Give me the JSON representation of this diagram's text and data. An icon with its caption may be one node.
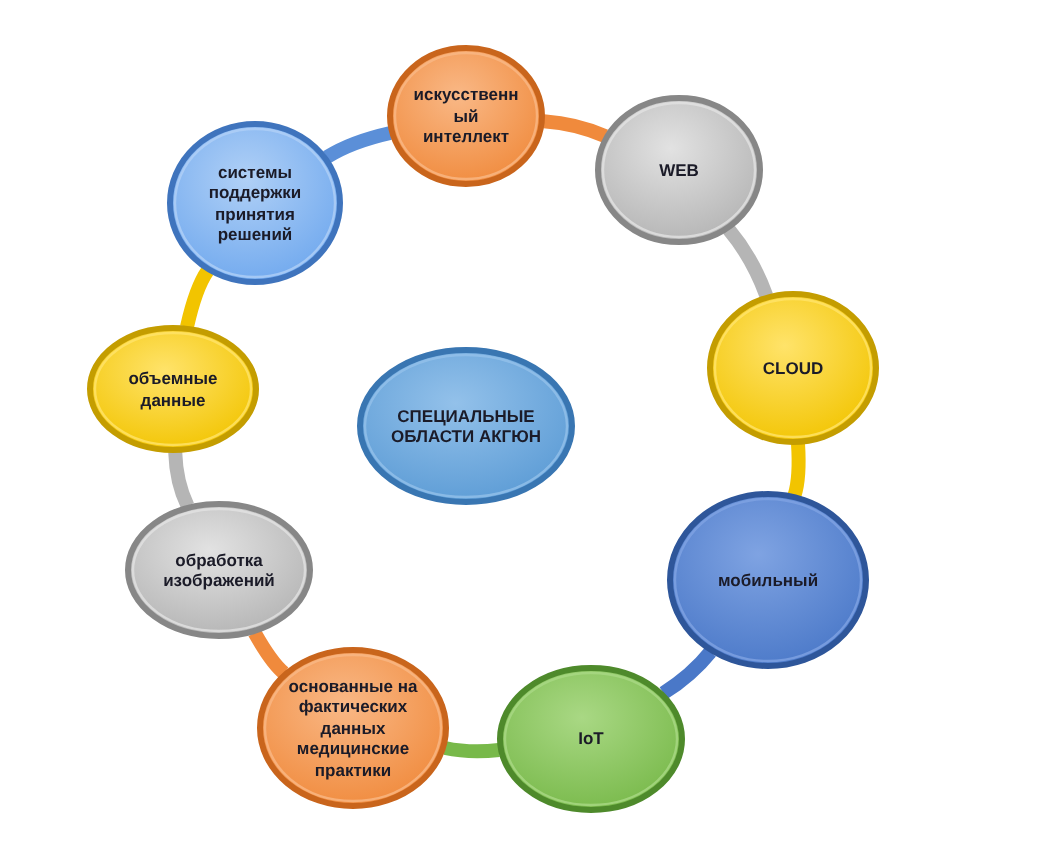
{
  "diagram": {
    "nodes": [
      {
        "text": [
          "СПЕЦИАЛЬНЫЕ ОБЛАСТИ АКГЮН"
        ]
      },
      {
        "text": [
          "искусственн ый интеллект"
        ]
      },
      {
        "text": [
          "WEB"
        ]
      },
      {
        "text": [
          "CLOUD"
        ]
      },
      {
        "text": [
          "мобильный"
        ]
      },
      {
        "text": [
          "IoT"
        ]
      },
      {
        "text": [
          "основанные на фактических данных медицинские практики"
        ]
      },
      {
        "text": [
          "обработка изображений"
        ]
      },
      {
        "text": [
          "объемные данные"
        ]
      },
      {
        "text": [
          "системы поддержки принятия решений"
        ]
      }
    ],
    "edges": [
      {
        "from": 1,
        "to": 2,
        "arrow": "none",
        "color": "#f08a3c"
      },
      {
        "from": 2,
        "to": 3,
        "arrow": "none",
        "color": "#b5b5b5"
      },
      {
        "from": 3,
        "to": 4,
        "arrow": "none",
        "color": "#f2c400"
      },
      {
        "from": 4,
        "to": 5,
        "arrow": "none",
        "color": "#4a78c8"
      },
      {
        "from": 5,
        "to": 6,
        "arrow": "none",
        "color": "#78b94a"
      },
      {
        "from": 6,
        "to": 7,
        "arrow": "none",
        "color": "#f08a3c"
      },
      {
        "from": 7,
        "to": 8,
        "arrow": "none",
        "color": "#b5b5b5"
      },
      {
        "from": 8,
        "to": 9,
        "arrow": "none",
        "color": "#f2c400"
      },
      {
        "from": 9,
        "to": 1,
        "arrow": "none",
        "color": "#5b8fd8"
      }
    ]
  }
}
